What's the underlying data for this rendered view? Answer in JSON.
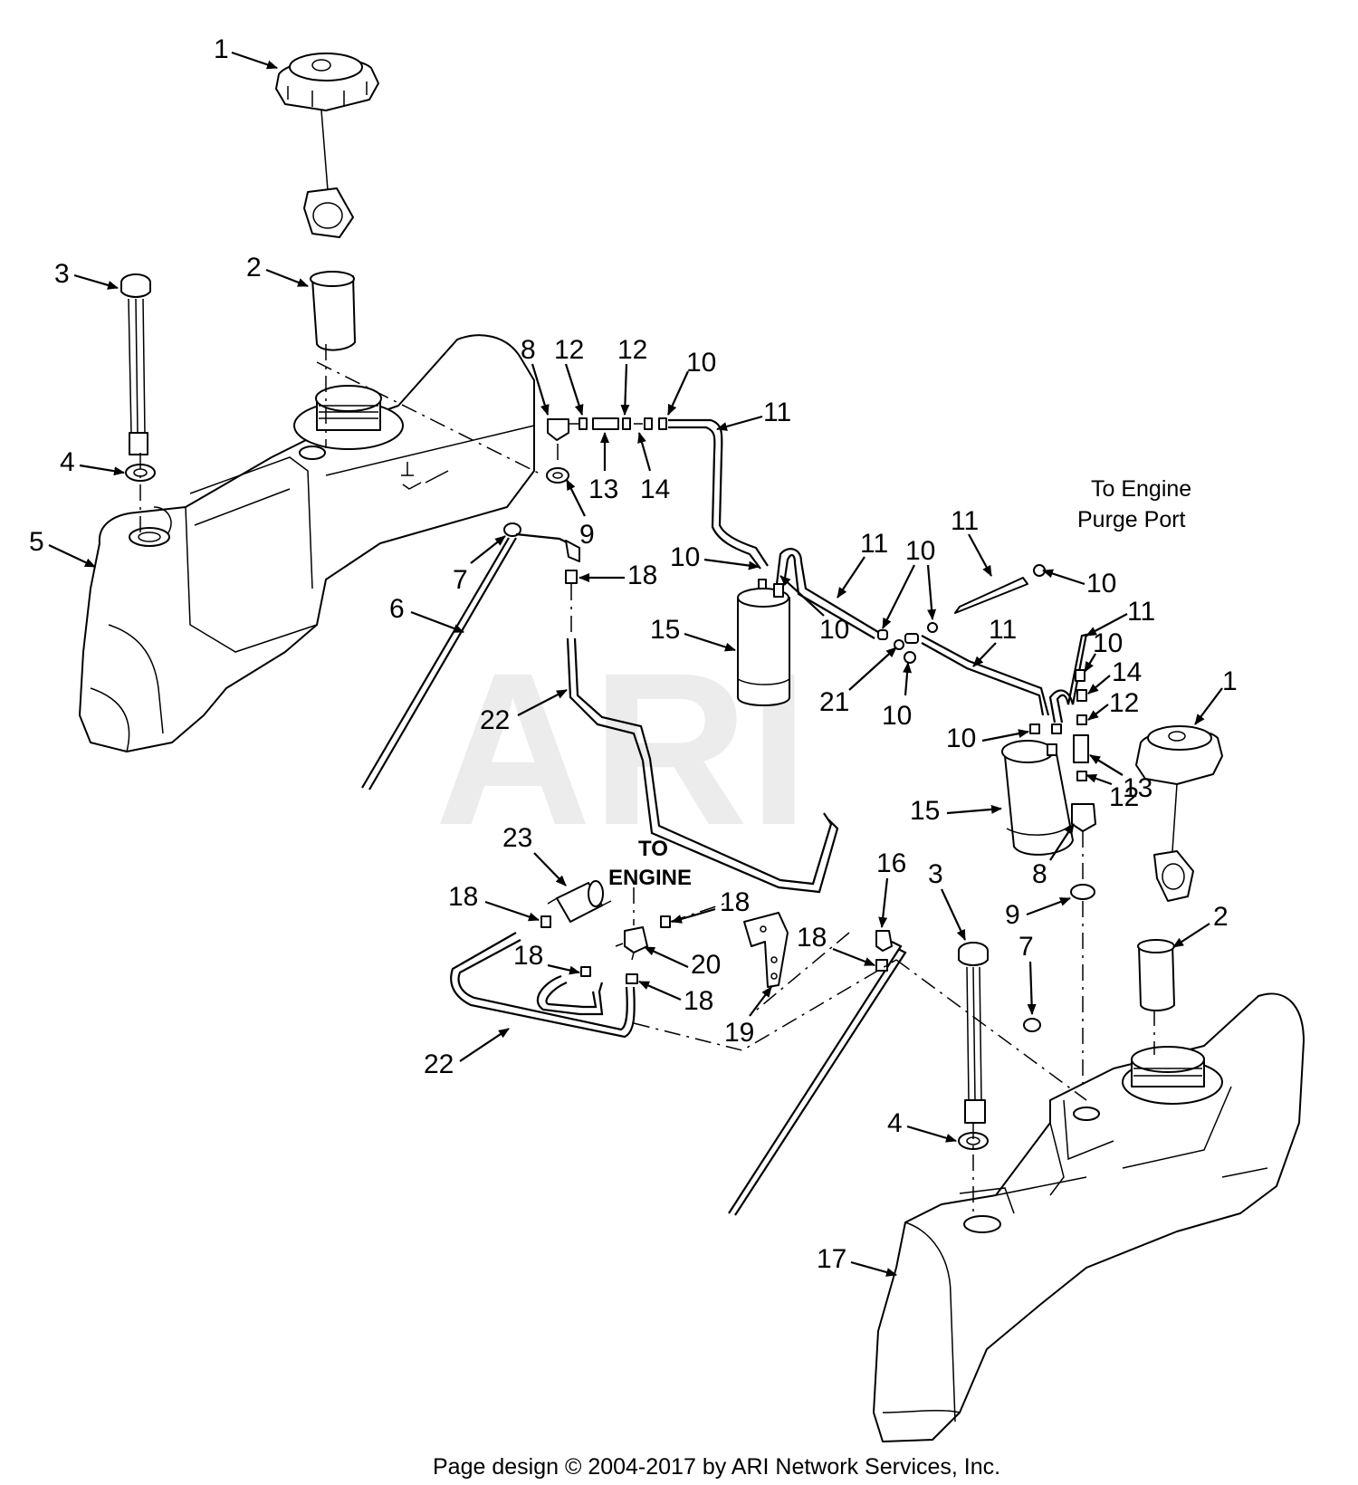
{
  "watermark": "ARI",
  "footer": "Page design © 2004-2017 by ARI Network Services, Inc.",
  "notes": {
    "purge_line1": "To Engine",
    "purge_line2": "Purge Port",
    "engine_line1": "TO",
    "engine_line2": "ENGINE"
  },
  "callouts": [
    {
      "id": "c1a",
      "label": "1"
    },
    {
      "id": "c2a",
      "label": "2"
    },
    {
      "id": "c3a",
      "label": "3"
    },
    {
      "id": "c4a",
      "label": "4"
    },
    {
      "id": "c5",
      "label": "5"
    },
    {
      "id": "c6",
      "label": "6"
    },
    {
      "id": "c7a",
      "label": "7"
    },
    {
      "id": "c8a",
      "label": "8"
    },
    {
      "id": "c9a",
      "label": "9"
    },
    {
      "id": "c10a",
      "label": "10"
    },
    {
      "id": "c10b",
      "label": "10"
    },
    {
      "id": "c10c",
      "label": "10"
    },
    {
      "id": "c10d",
      "label": "10"
    },
    {
      "id": "c10e",
      "label": "10"
    },
    {
      "id": "c10f",
      "label": "10"
    },
    {
      "id": "c10g",
      "label": "10"
    },
    {
      "id": "c10h",
      "label": "10"
    },
    {
      "id": "c11a",
      "label": "11"
    },
    {
      "id": "c11b",
      "label": "11"
    },
    {
      "id": "c11c",
      "label": "11"
    },
    {
      "id": "c11d",
      "label": "11"
    },
    {
      "id": "c11e",
      "label": "11"
    },
    {
      "id": "c12a",
      "label": "12"
    },
    {
      "id": "c12b",
      "label": "12"
    },
    {
      "id": "c12c",
      "label": "12"
    },
    {
      "id": "c12d",
      "label": "12"
    },
    {
      "id": "c13a",
      "label": "13"
    },
    {
      "id": "c13b",
      "label": "13"
    },
    {
      "id": "c14a",
      "label": "14"
    },
    {
      "id": "c14b",
      "label": "14"
    },
    {
      "id": "c15a",
      "label": "15"
    },
    {
      "id": "c15b",
      "label": "15"
    },
    {
      "id": "c16",
      "label": "16"
    },
    {
      "id": "c17",
      "label": "17"
    },
    {
      "id": "c18a",
      "label": "18"
    },
    {
      "id": "c18b",
      "label": "18"
    },
    {
      "id": "c18c",
      "label": "18"
    },
    {
      "id": "c18d",
      "label": "18"
    },
    {
      "id": "c18e",
      "label": "18"
    },
    {
      "id": "c18f",
      "label": "18"
    },
    {
      "id": "c19",
      "label": "19"
    },
    {
      "id": "c20",
      "label": "20"
    },
    {
      "id": "c21",
      "label": "21"
    },
    {
      "id": "c22a",
      "label": "22"
    },
    {
      "id": "c22b",
      "label": "22"
    },
    {
      "id": "c23",
      "label": "23"
    },
    {
      "id": "c1b",
      "label": "1"
    },
    {
      "id": "c2b",
      "label": "2"
    },
    {
      "id": "c3b",
      "label": "3"
    },
    {
      "id": "c4b",
      "label": "4"
    },
    {
      "id": "c7b",
      "label": "7"
    },
    {
      "id": "c8b",
      "label": "8"
    },
    {
      "id": "c9b",
      "label": "9"
    }
  ]
}
